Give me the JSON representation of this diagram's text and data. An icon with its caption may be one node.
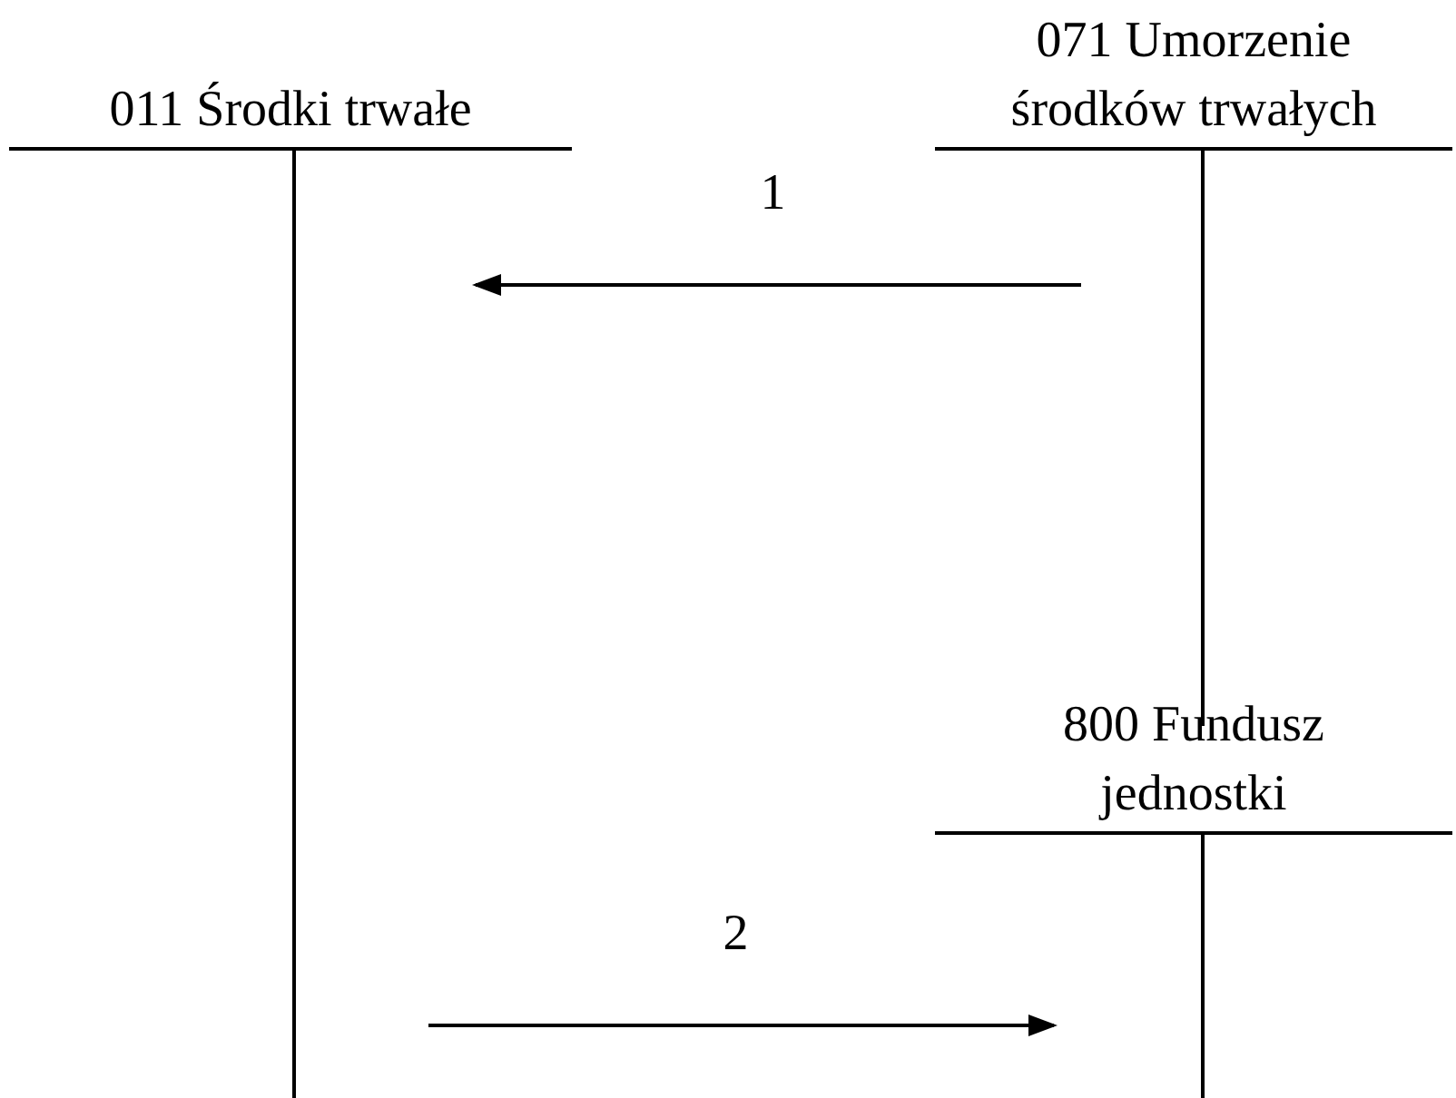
{
  "diagram": {
    "nodes": [
      {
        "text": [
          "011 Środki trwałe"
        ]
      },
      {
        "text": [
          "071 Umorzenie środków trwałych"
        ]
      },
      {
        "text": [
          "800 Fundusz jednostki"
        ]
      }
    ],
    "edges": [
      {
        "from": 1,
        "to": 0,
        "arrow": "to",
        "label": "1"
      },
      {
        "from": 0,
        "to": 2,
        "arrow": "to",
        "label": "2"
      }
    ]
  }
}
